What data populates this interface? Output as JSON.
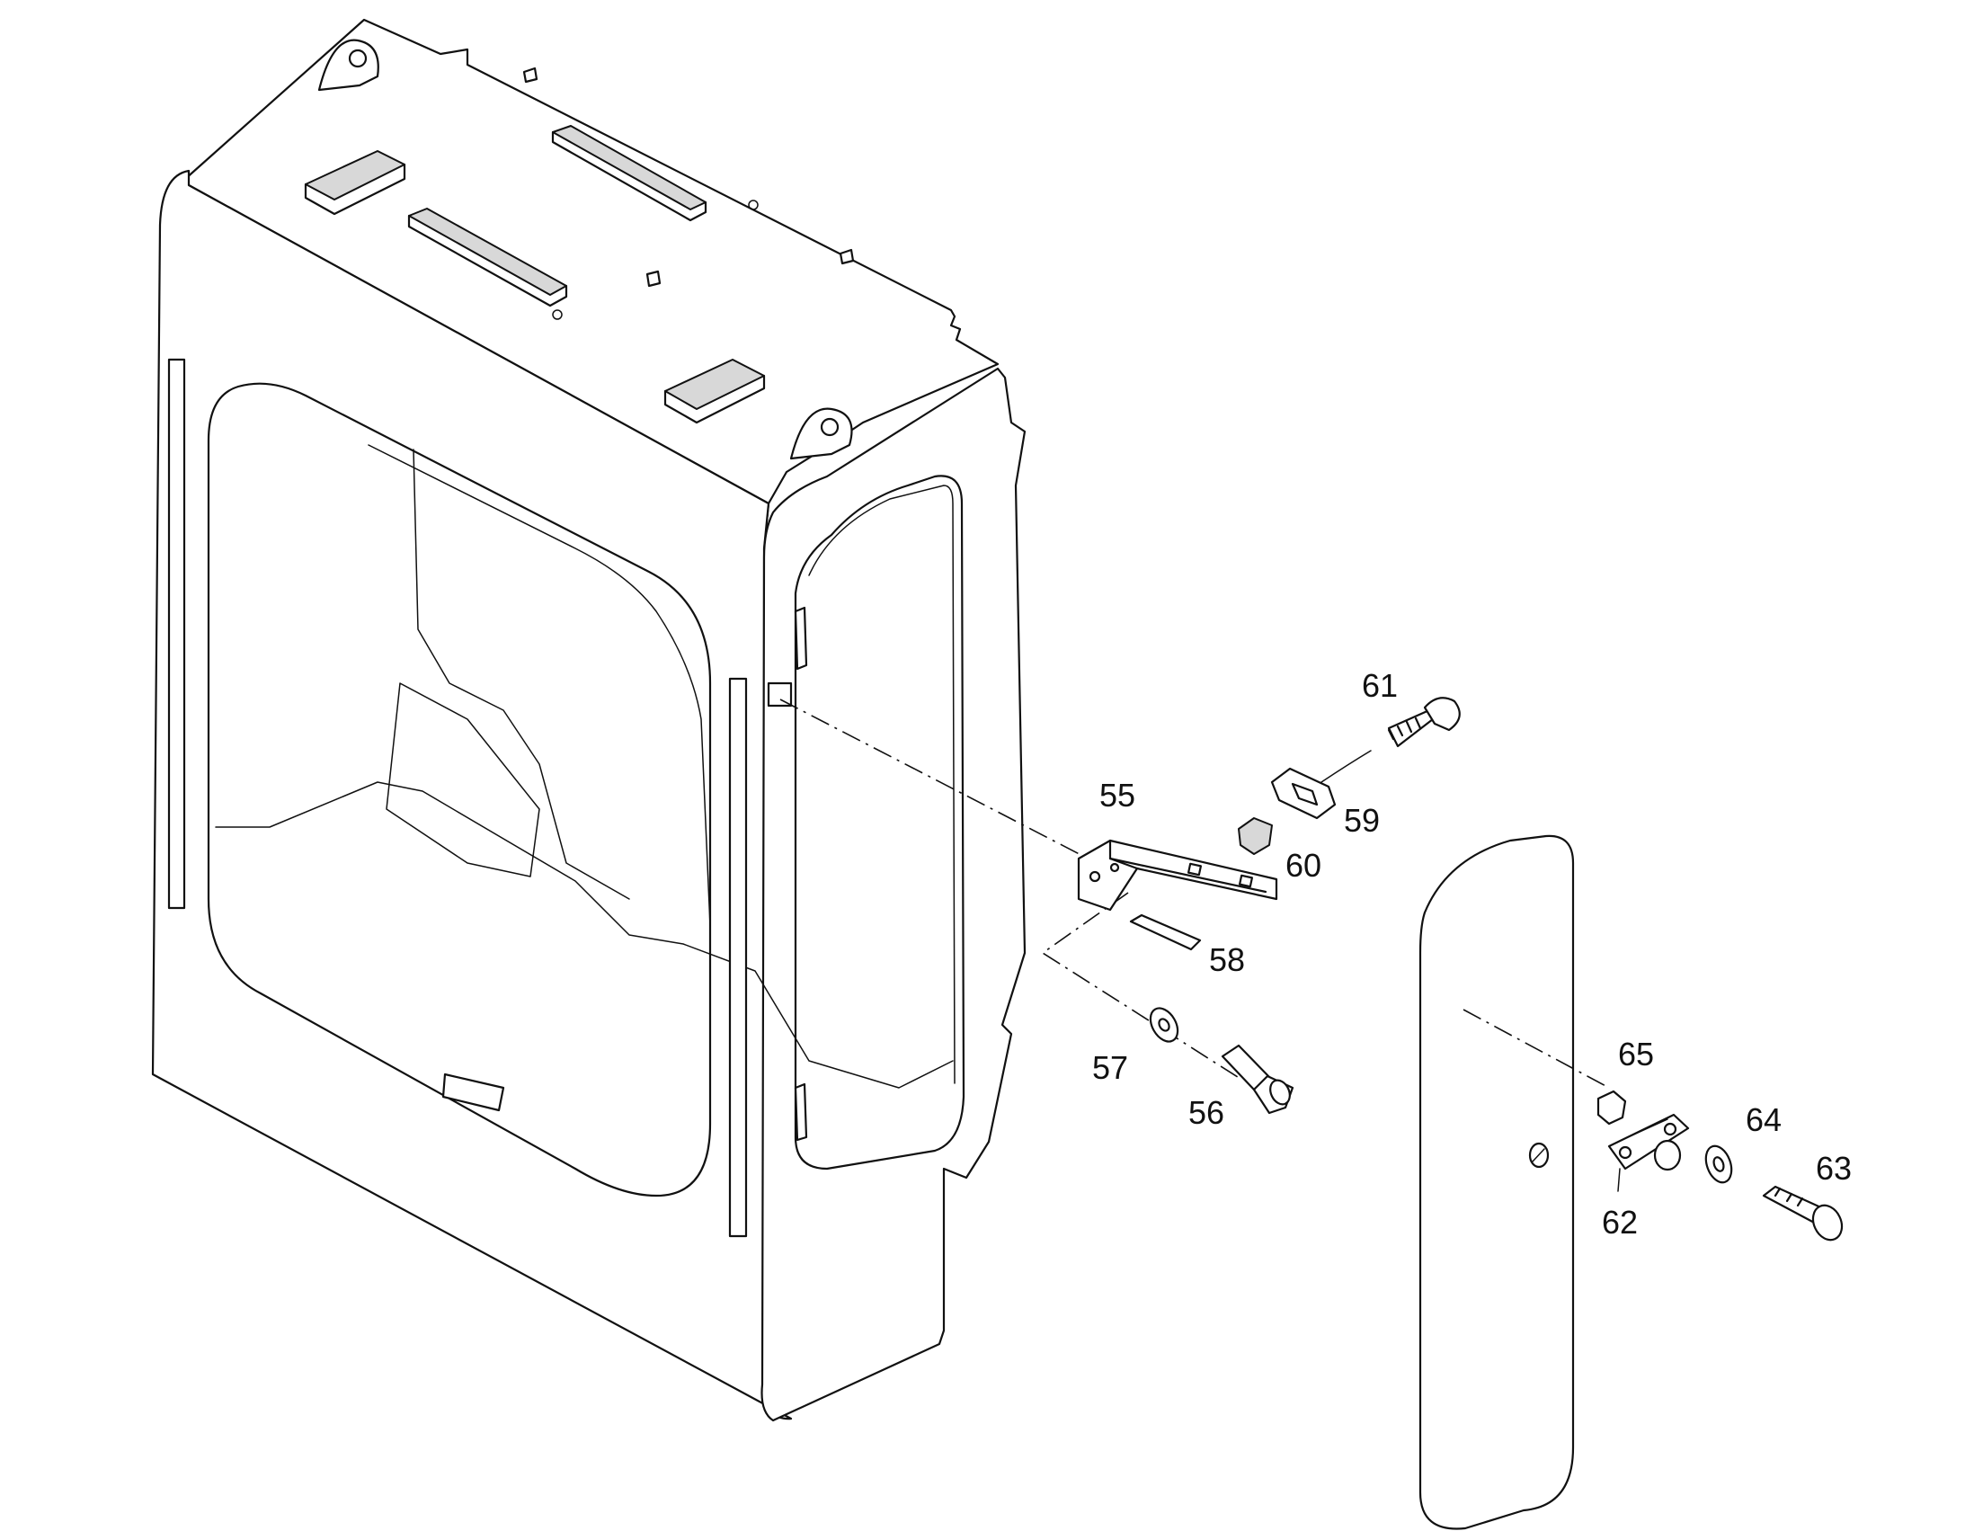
{
  "diagram": {
    "type": "exploded parts diagram",
    "colors": {
      "line": "#111111",
      "background": "#ffffff",
      "shade": "#d8d8d8"
    },
    "callouts": [
      {
        "id": "c55",
        "text": "55"
      },
      {
        "id": "c56",
        "text": "56"
      },
      {
        "id": "c57",
        "text": "57"
      },
      {
        "id": "c58",
        "text": "58"
      },
      {
        "id": "c59",
        "text": "59"
      },
      {
        "id": "c60",
        "text": "60"
      },
      {
        "id": "c61",
        "text": "61"
      },
      {
        "id": "c62",
        "text": "62"
      },
      {
        "id": "c63",
        "text": "63"
      },
      {
        "id": "c64",
        "text": "64"
      },
      {
        "id": "c65",
        "text": "65"
      }
    ]
  }
}
